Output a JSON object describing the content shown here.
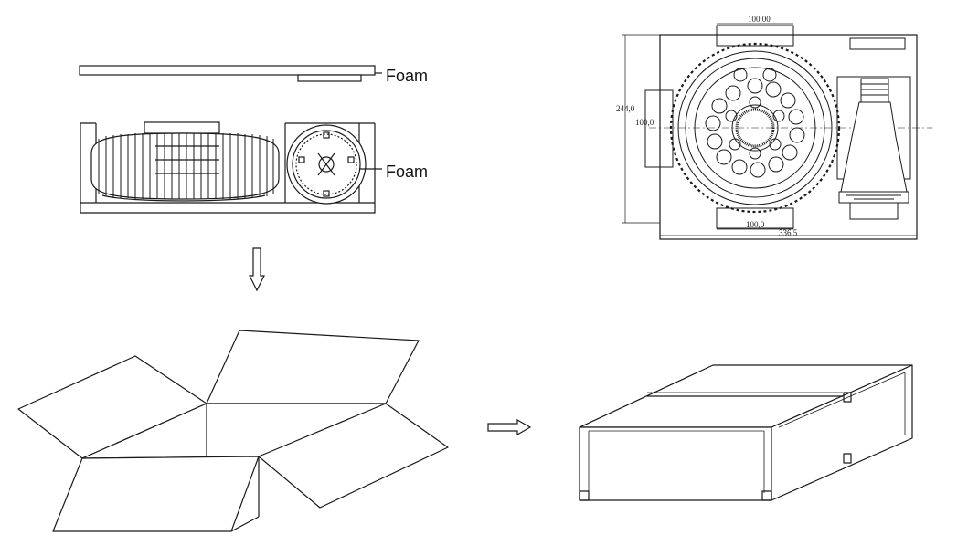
{
  "labels": {
    "foam_top": "Foam",
    "foam_side": "Foam"
  },
  "dimensions": {
    "top_width": "100,00",
    "left_height": "244,0",
    "left_inner": "100,0",
    "bottom_width": "100,0",
    "overall_width": "336,5"
  },
  "colors": {
    "line": "#1a1a1a",
    "background": "#ffffff"
  },
  "icons": {
    "arrow_down": "arrow-down-icon",
    "arrow_right": "arrow-right-icon"
  }
}
